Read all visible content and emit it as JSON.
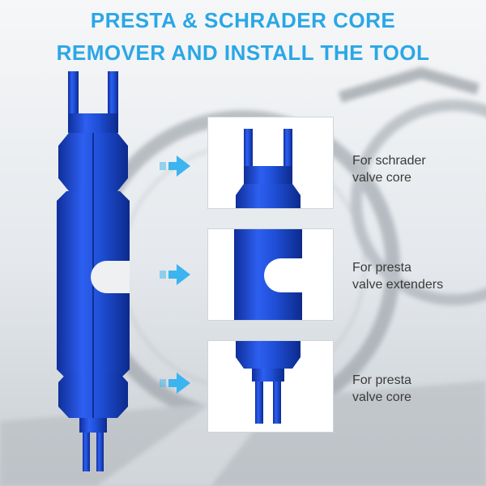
{
  "header": {
    "line1": "PRESTA & SCHRADER CORE",
    "line2": "REMOVER AND INSTALL THE TOOL"
  },
  "features": [
    {
      "line1": "For schrader",
      "line2": "valve core"
    },
    {
      "line1": "For presta",
      "line2": "valve extenders"
    },
    {
      "line1": "For presta",
      "line2": "valve core"
    }
  ],
  "colors": {
    "title": "#2aa7e6",
    "tool_blue": "#1f4fd6",
    "tool_dark": "#0f2f9a",
    "arrow": "#3cb4ef"
  },
  "icons": {
    "arrow": "right-arrow-icon"
  }
}
